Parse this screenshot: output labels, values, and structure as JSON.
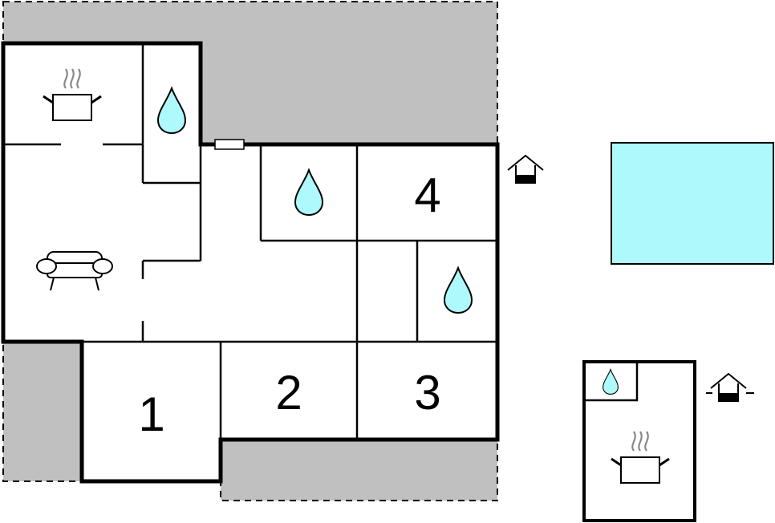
{
  "rooms": [
    {
      "id": "room-1",
      "label": "1"
    },
    {
      "id": "room-2",
      "label": "2"
    },
    {
      "id": "room-3",
      "label": "3"
    },
    {
      "id": "room-4",
      "label": "4"
    }
  ],
  "icons": {
    "water": "water-drop-icon",
    "kitchen": "cooking-pot-icon",
    "living": "sofa-icon",
    "entrance": "house-entrance-icon"
  },
  "colors": {
    "terrace": "#c0c0c0",
    "pool": "#aef9fb",
    "water_drop": "#aef9fb",
    "wall": "#000000"
  }
}
